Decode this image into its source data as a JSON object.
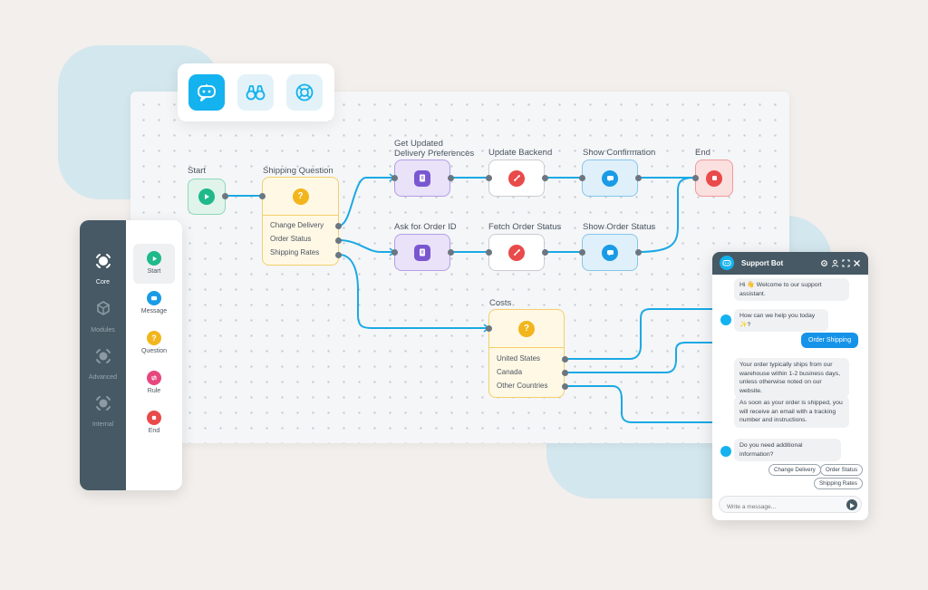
{
  "flow": {
    "nodes": {
      "start": "Start",
      "shipping_question": "Shipping Question",
      "get_updated": "Get Updated\nDelivery Preferences",
      "update_backend": "Update Backend",
      "show_confirmation": "Show Confirmation",
      "end": "End",
      "ask_order_id": "Ask for Order ID",
      "fetch_order_status": "Fetch Order Status",
      "show_order_status": "Show Order Status",
      "costs": "Costs"
    },
    "shipping_options": [
      "Change Delivery",
      "Order Status",
      "Shipping Rates"
    ],
    "cost_options": [
      "United States",
      "Canada",
      "Other Countries"
    ],
    "question_glyph": "?"
  },
  "sidebar": {
    "categories": [
      "Core",
      "Modules",
      "Advanced",
      "Internal"
    ],
    "palette": [
      "Start",
      "Message",
      "Question",
      "Rule",
      "End"
    ]
  },
  "chat": {
    "title": "Support Bot",
    "messages": [
      "Hi 👋 Welcome to our support assistant.",
      "How can we help you today ✨?",
      "Your order typically ships from our warehouse within 1-2 business days, unless otherwise noted on our website.",
      "As soon as your order is shipped, you will receive an email with a tracking number and instructions.",
      "Do you need additional information?"
    ],
    "user_reply": "Order Shipping",
    "quick_replies": [
      "Change Delivery",
      "Order Status",
      "Shipping Rates"
    ],
    "input_placeholder": "Write a message..."
  },
  "colors": {
    "accent": "#14b2ef",
    "wire": "#1aa9e4",
    "sidebar_dark": "#465965",
    "start_green": "#1fb98a",
    "question_yellow": "#f2b51c",
    "message_purple": "#7a57d1",
    "rule_pink": "#e7467e",
    "end_red": "#e94a4a",
    "display_blue": "#1a9be6"
  },
  "icons": [
    "chatbot-icon",
    "binoculars-icon",
    "lifebuoy-icon",
    "play-icon",
    "question-icon",
    "document-icon",
    "link-icon",
    "chat-bubble-icon",
    "stop-icon",
    "settings-icon",
    "user-icon",
    "expand-icon",
    "close-icon",
    "send-icon"
  ]
}
